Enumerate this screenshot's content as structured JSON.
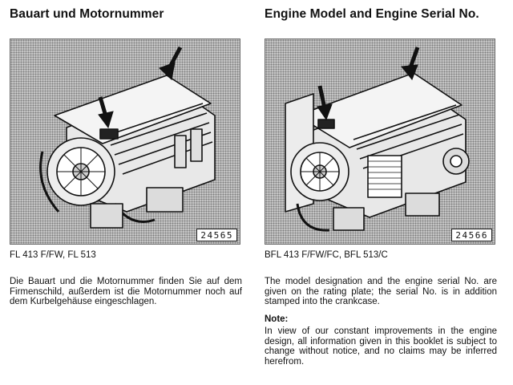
{
  "left": {
    "heading": "Bauart und Motornummer",
    "figure_number": "24565",
    "caption": "FL 413 F/FW, FL 513",
    "body": "Die Bauart und die Motornummer finden Sie auf dem Firmenschild, außerdem ist die Motornummer noch auf dem Kurbelgehäuse eingeschlagen."
  },
  "right": {
    "heading": "Engine Model and Engine Serial No.",
    "figure_number": "24566",
    "caption": "BFL 413 F/FW/FC, BFL 513/C",
    "body": "The model designation and the engine serial No. are given on the rating plate; the serial No. is in addition stamped into the crankcase.",
    "note_title": "Note:",
    "note_body": "In view of our constant improvements in the engine design, all information given in this booklet is subject to change without notice, and no claims may be inferred herefrom."
  }
}
